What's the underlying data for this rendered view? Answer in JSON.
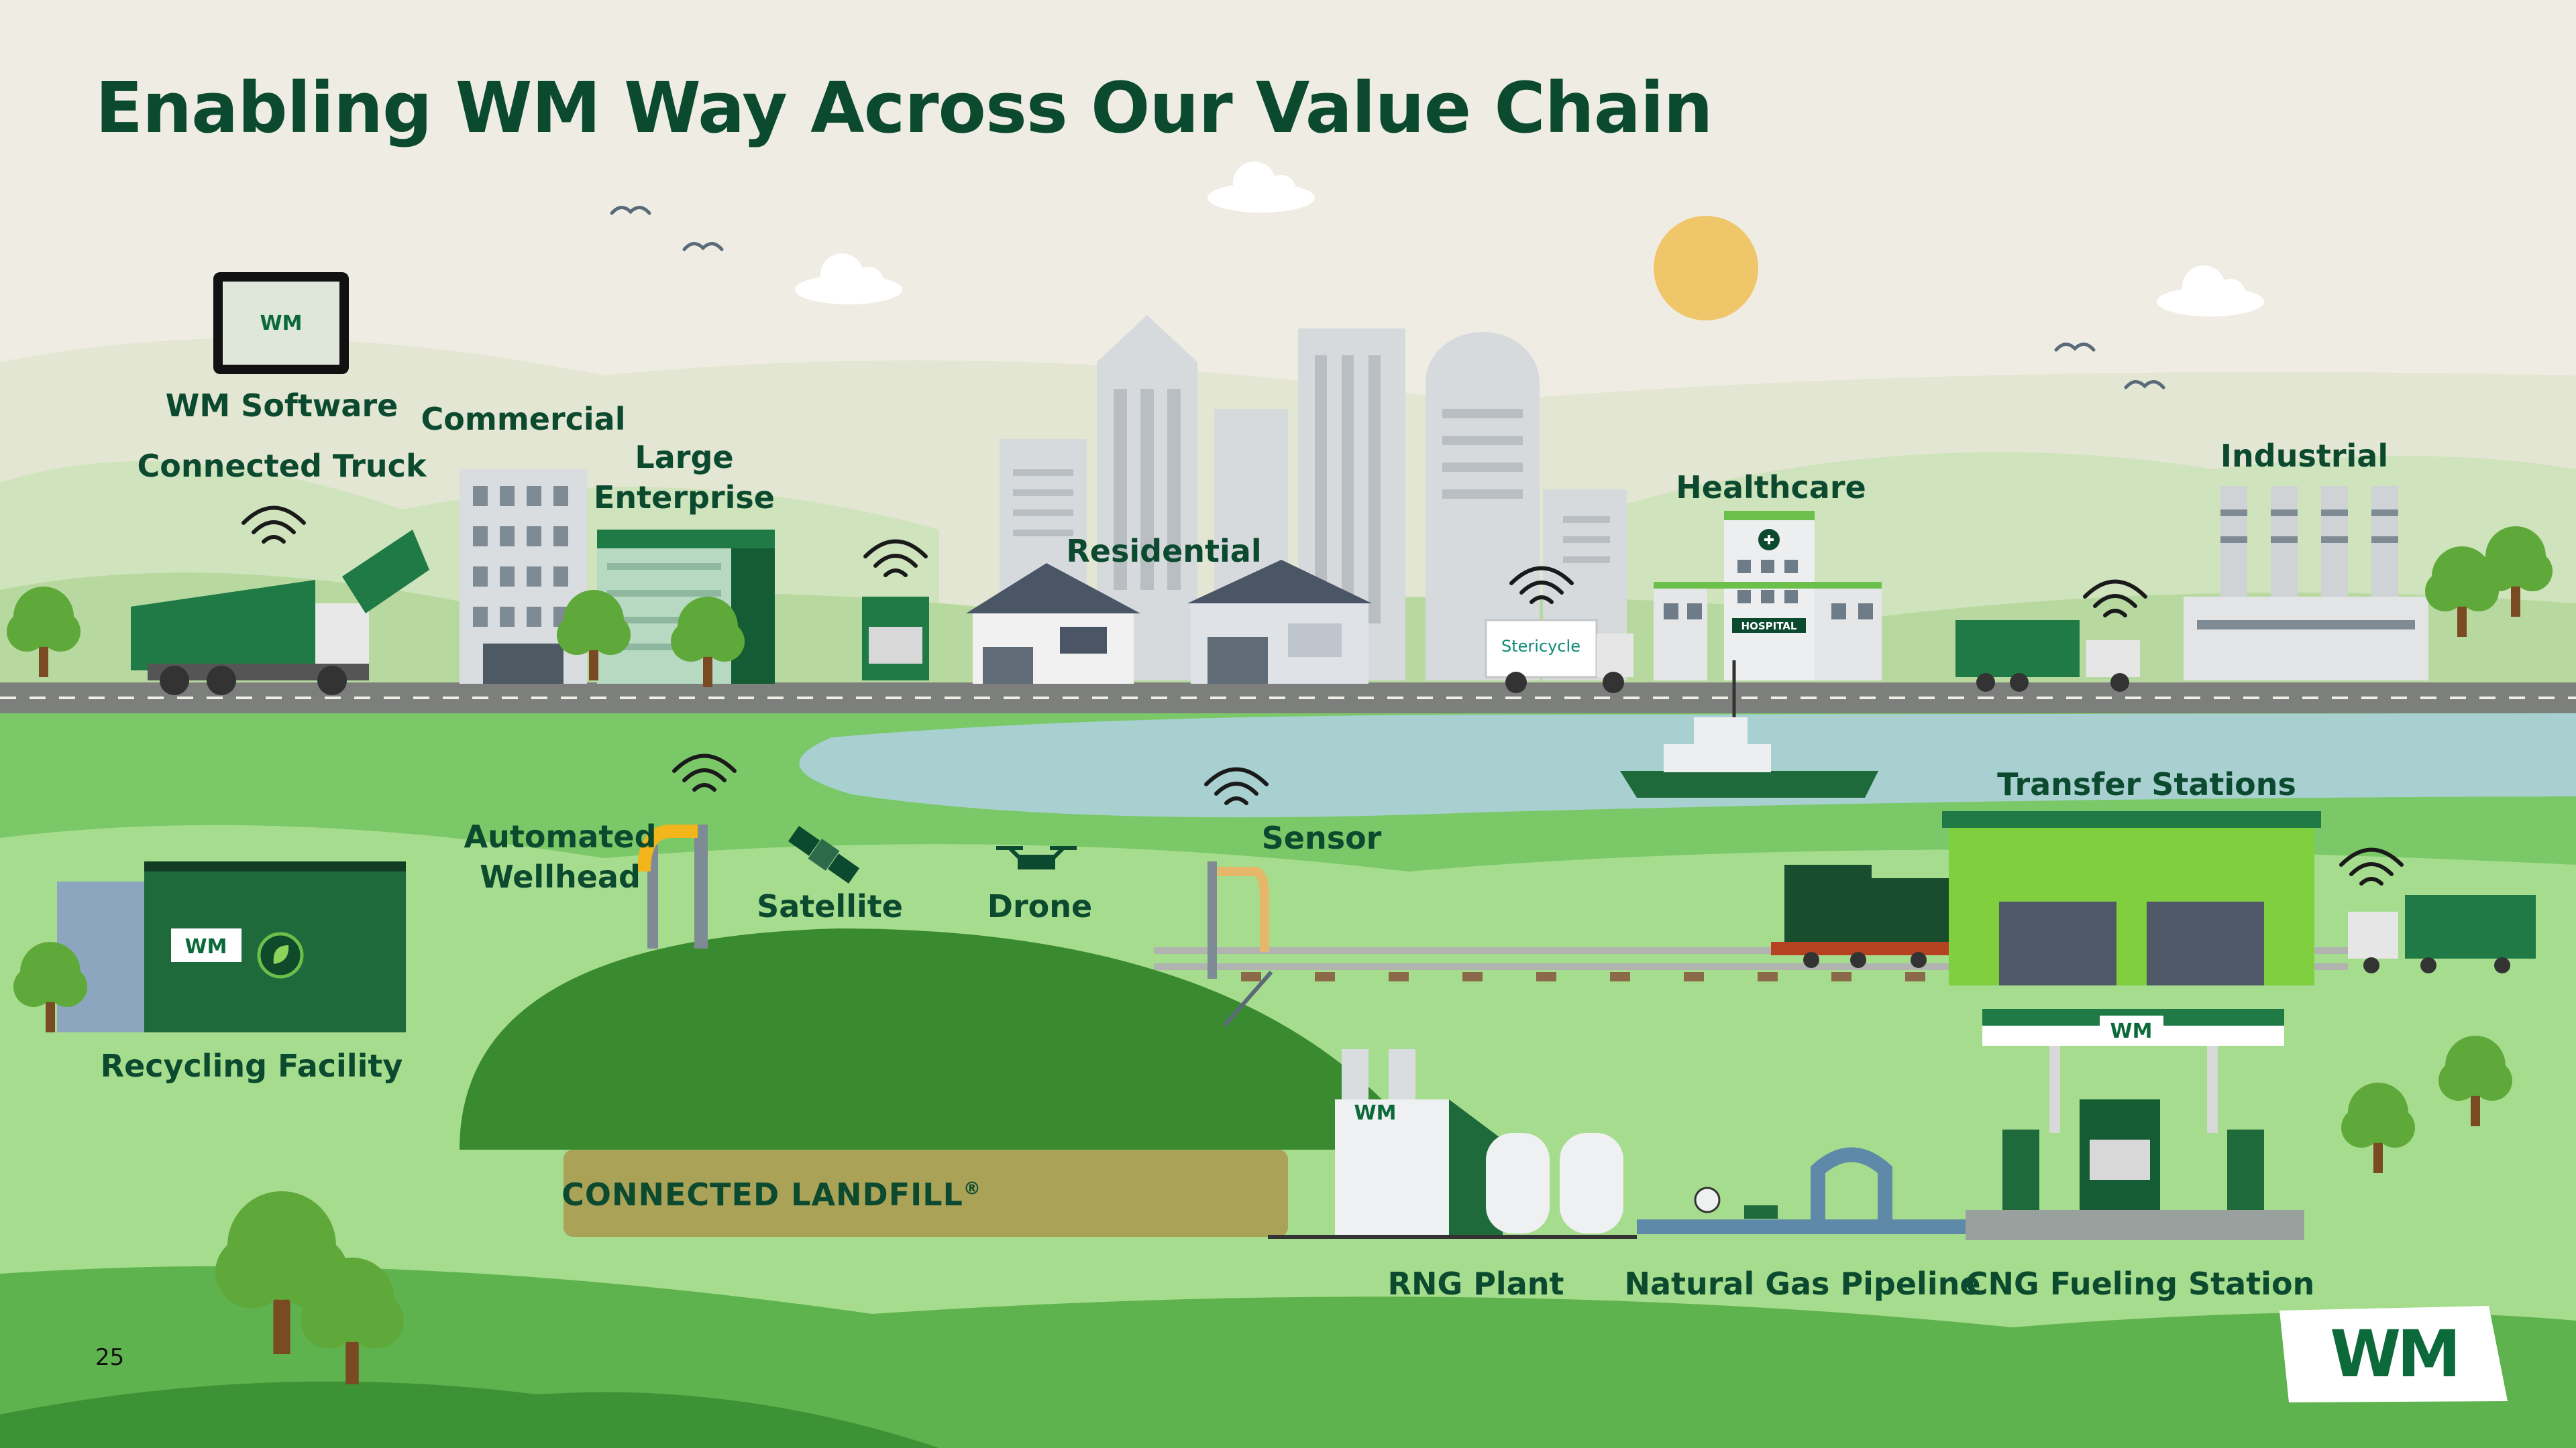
{
  "title": "Enabling WM Way Across Our Value Chain",
  "page_number": "25",
  "logo_text": "WM",
  "labels": {
    "wm_software": "WM Software",
    "connected_truck": "Connected Truck",
    "commercial": "Commercial",
    "large_enterprise": "Large Enterprise",
    "residential": "Residential",
    "healthcare": "Healthcare",
    "industrial": "Industrial",
    "transfer_stations": "Transfer Stations",
    "automated_wellhead": "Automated Wellhead",
    "satellite": "Satellite",
    "drone": "Drone",
    "sensor": "Sensor",
    "recycling_facility": "Recycling Facility",
    "connected_landfill": "CONNECTED LANDFILL",
    "rng_plant": "RNG Plant",
    "natural_gas_pipeline": "Natural Gas Pipeline",
    "cng_fueling_station": "CNG Fueling Station"
  },
  "signage": {
    "tablet_logo": "WM",
    "recycling_logo": "WM",
    "rng_logo": "WM",
    "cng_canopy_logo": "WM",
    "hospital_sign": "HOSPITAL",
    "stericycle": "Stericycle"
  },
  "registered_mark": "®",
  "colors": {
    "brand_green": "#0c4a2f",
    "brand_yellow": "#f2b51c",
    "grass": "#7ac867",
    "hill": "#3a8b2f",
    "water": "#a8d0d0",
    "sky": "#efede3",
    "sun": "#efc66a"
  },
  "icons": [
    "wifi-icon",
    "satellite-icon",
    "drone-icon",
    "sun-icon",
    "bird-icon",
    "cloud-icon",
    "tree-icon"
  ]
}
